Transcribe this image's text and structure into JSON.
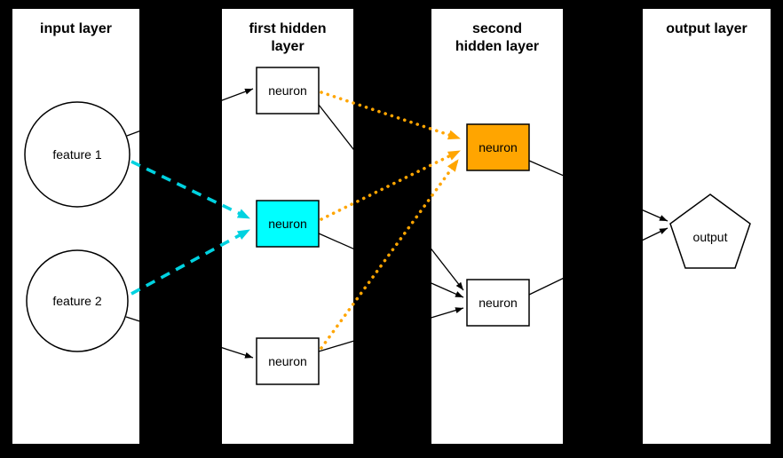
{
  "diagram": {
    "type": "neural-network",
    "layers": [
      {
        "id": "input",
        "title_lines": [
          "input layer"
        ],
        "nodes": [
          {
            "id": "feature-1",
            "label": "feature 1",
            "shape": "circle"
          },
          {
            "id": "feature-2",
            "label": "feature 2",
            "shape": "circle"
          }
        ]
      },
      {
        "id": "hidden1",
        "title_lines": [
          "first hidden",
          "layer"
        ],
        "nodes": [
          {
            "id": "h1-neuron-1",
            "label": "neuron",
            "shape": "rect"
          },
          {
            "id": "h1-neuron-2",
            "label": "neuron",
            "shape": "rect",
            "highlight": "cyan"
          },
          {
            "id": "h1-neuron-3",
            "label": "neuron",
            "shape": "rect"
          }
        ]
      },
      {
        "id": "hidden2",
        "title_lines": [
          "second",
          "hidden layer"
        ],
        "nodes": [
          {
            "id": "h2-neuron-1",
            "label": "neuron",
            "shape": "rect",
            "highlight": "orange"
          },
          {
            "id": "h2-neuron-2",
            "label": "neuron",
            "shape": "rect"
          }
        ]
      },
      {
        "id": "output",
        "title_lines": [
          "output layer"
        ],
        "nodes": [
          {
            "id": "output-node",
            "label": "output",
            "shape": "pentagon"
          }
        ]
      }
    ],
    "edges": [
      {
        "from": "feature-1",
        "to": "h1-neuron-1",
        "style": "solid-black"
      },
      {
        "from": "feature-2",
        "to": "h1-neuron-3",
        "style": "solid-black"
      },
      {
        "from": "feature-1",
        "to": "h1-neuron-2",
        "style": "dashed-cyan"
      },
      {
        "from": "feature-2",
        "to": "h1-neuron-2",
        "style": "dashed-cyan"
      },
      {
        "from": "h1-neuron-1",
        "to": "h2-neuron-1",
        "style": "dotted-orange"
      },
      {
        "from": "h1-neuron-2",
        "to": "h2-neuron-1",
        "style": "dotted-orange"
      },
      {
        "from": "h1-neuron-3",
        "to": "h2-neuron-1",
        "style": "dotted-orange"
      },
      {
        "from": "h1-neuron-1",
        "to": "h2-neuron-2",
        "style": "solid-black"
      },
      {
        "from": "h1-neuron-2",
        "to": "h2-neuron-2",
        "style": "solid-black"
      },
      {
        "from": "h1-neuron-3",
        "to": "h2-neuron-2",
        "style": "solid-black"
      },
      {
        "from": "h2-neuron-1",
        "to": "output-node",
        "style": "solid-black"
      },
      {
        "from": "h2-neuron-2",
        "to": "output-node",
        "style": "solid-black"
      }
    ]
  },
  "colors": {
    "background": "#000000",
    "panel": "#ffffff",
    "node_fill": "#ffffff",
    "node_stroke": "#000000",
    "edge_black": "#000000",
    "cyan_fill": "#00ffff",
    "cyan_arrow": "#00d2e0",
    "orange_fill": "#ffa500",
    "orange_arrow": "#ffa500"
  }
}
